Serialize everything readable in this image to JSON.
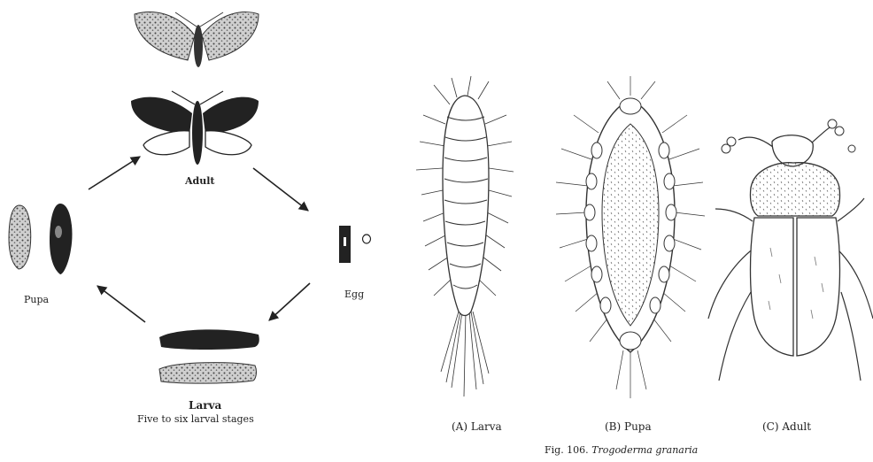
{
  "life_cycle": {
    "adult": "Adult",
    "egg": "Egg",
    "pupa": "Pupa",
    "larva": "Larva",
    "larva_note": "Five to six larval stages"
  },
  "beetle_stages": {
    "larva": "(A)   Larva",
    "pupa": "(B)   Pupa",
    "adult": "(C)   Adult"
  },
  "figure": {
    "prefix": "Fig. 106.",
    "species": "Trogoderma granaria"
  },
  "colors": {
    "ink": "#222222",
    "paper": "#ffffff",
    "shade": "#555555"
  }
}
